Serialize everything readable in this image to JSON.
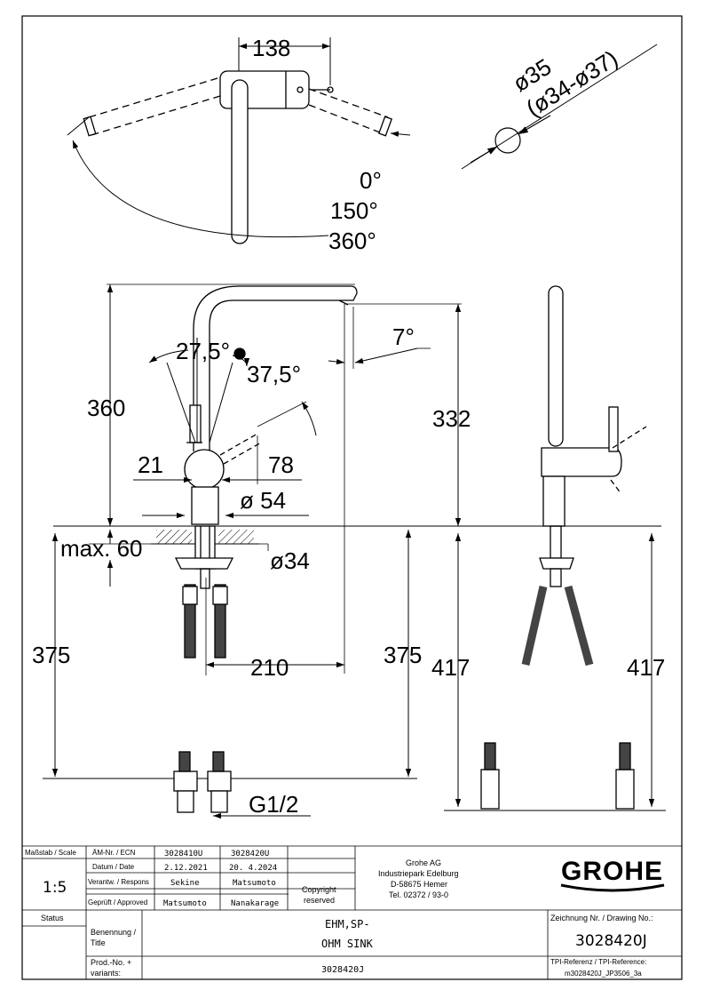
{
  "dimensions": {
    "top_width": "138",
    "angle_0": "0°",
    "angle_150": "150°",
    "angle_360": "360°",
    "hole_dia": "ø35",
    "hole_range": "(ø34-ø37)",
    "height_360": "360",
    "spout_height": "332",
    "angle_7": "7°",
    "angle_27": "27,5°",
    "angle_37": "37,5°",
    "dim_21": "21",
    "dim_78": "78",
    "dia_54": "ø 54",
    "max_60": "max. 60",
    "dia_34": "ø34",
    "below_375_left": "375",
    "below_375_right": "375",
    "reach_210": "210",
    "below_417_a": "417",
    "below_417_b": "417",
    "thread": "G1/2"
  },
  "title_block": {
    "scale_label": "Maßstab / Scale",
    "scale_value": "1:5",
    "ecn_label": "ÄM-Nr. / ECN",
    "ecn_1": "3028410U",
    "ecn_2": "3028420U",
    "date_label": "Datum / Date",
    "date_1": "2.12.2021",
    "date_2": "20. 4.2024",
    "resp_label": "Verantw. / Respons",
    "resp_1": "Sekine",
    "resp_2": "Matsumoto",
    "appr_label": "Geprüft / Approved",
    "appr_1": "Matsumoto",
    "appr_2": "Nanakarage",
    "copyright_1": "Copyright",
    "copyright_2": "reserved",
    "company_1": "Grohe AG",
    "company_2": "Industriepark Edelburg",
    "company_3": "D-58675 Hemer",
    "company_4": "Tel. 02372 / 93-0",
    "logo": "GROHE",
    "status_label": "Status",
    "title_label_1": "Benennung /",
    "title_label_2": "Title",
    "title_1": "EHM,SP-",
    "title_2": "OHM SINK",
    "drawing_label": "Zeichnung Nr. / Drawing No.:",
    "drawing_no": "3028420J",
    "prod_label_1": "Prod.-No. +",
    "prod_label_2": "variants:",
    "prod_no": "3028420J",
    "tpi_label": "TPI-Referenz / TPI-Reference:",
    "tpi_ref": "m3028420J_JP3506_3a"
  }
}
